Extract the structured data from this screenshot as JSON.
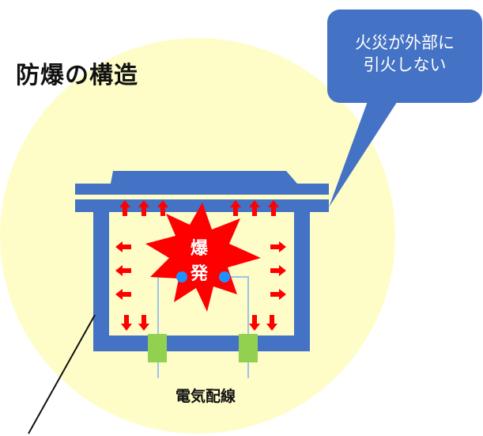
{
  "title": "防爆の構造",
  "callout": {
    "line1": "火災が外部に",
    "line2": "引火しない"
  },
  "burst": {
    "line1": "爆",
    "line2": "発"
  },
  "wiring_label": "電気配線",
  "colors": {
    "circle": "#fefdc8",
    "enclosure": "#4472c4",
    "burst": "#ff0000",
    "arrow": "#ff0000",
    "terminal": "#92d050",
    "wire": "#9dc3e6"
  }
}
